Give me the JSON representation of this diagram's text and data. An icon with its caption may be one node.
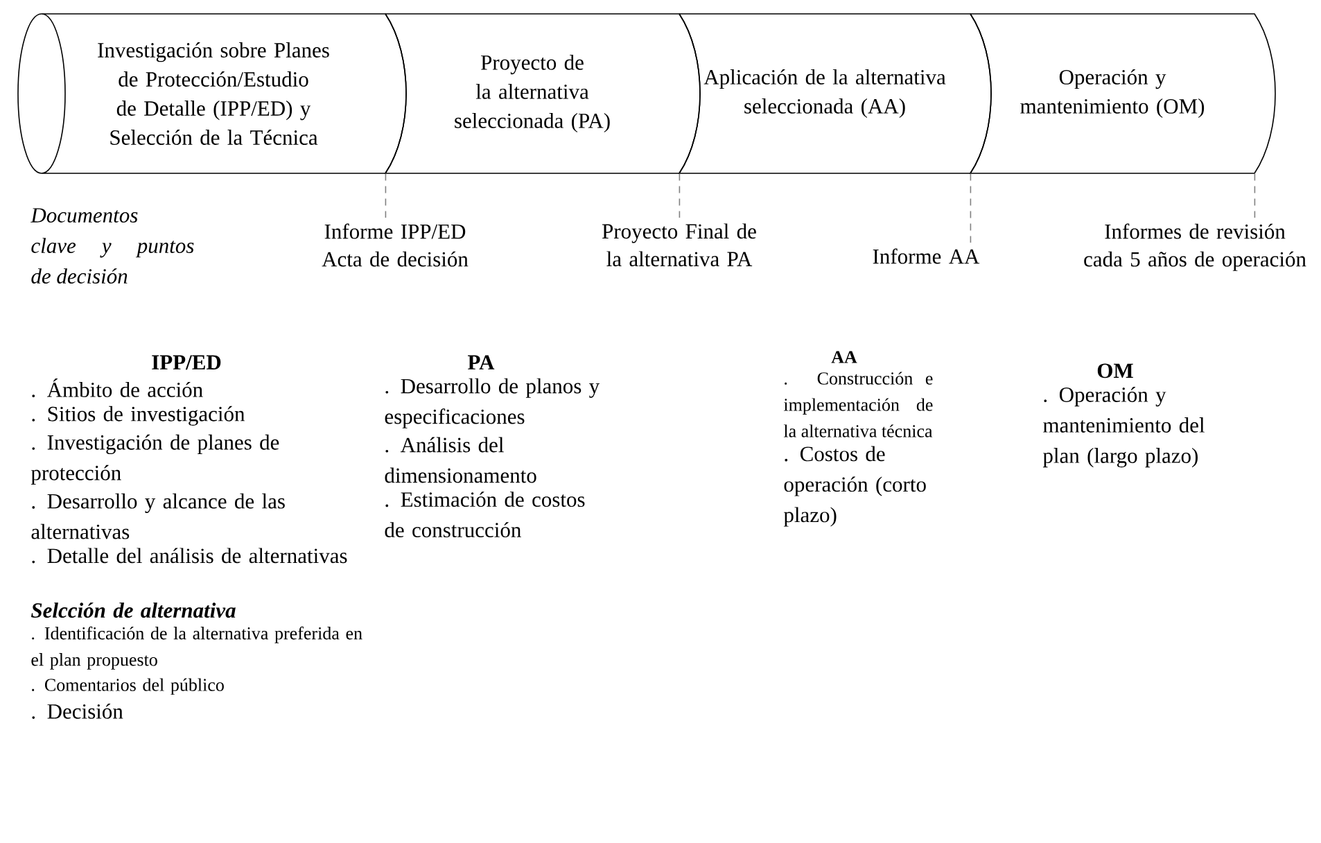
{
  "diagram": {
    "nodes": [
      {
        "text": [
          "Investigación sobre Planes de Protección/Estudio de Detalle (IPP/ED) y Selección de la Técnica"
        ]
      },
      {
        "text": [
          "Proyecto de la alternativa seleccionada (PA)"
        ]
      },
      {
        "text": [
          "Aplicación de la alternativa seleccionada (AA)"
        ]
      },
      {
        "text": [
          "Operación y mantenimiento (OM)"
        ]
      },
      {
        "text": [
          "Informe IPP/ED Acta de decisión"
        ]
      },
      {
        "text": [
          "Proyecto Final de la alternativa PA"
        ]
      },
      {
        "text": [
          "Informe AA"
        ]
      },
      {
        "text": [
          "Informes de revisión cada 5 años de operación"
        ]
      }
    ],
    "edges": [
      {
        "from": 0,
        "to": 4,
        "arrow": "none",
        "style": "dashed"
      },
      {
        "from": 1,
        "to": 5,
        "arrow": "none",
        "style": "dashed"
      },
      {
        "from": 2,
        "to": 6,
        "arrow": "none",
        "style": "dashed"
      },
      {
        "from": 3,
        "to": 7,
        "arrow": "none",
        "style": "dashed"
      }
    ],
    "labels": [
      "Documentos clave y puntos de decisión",
      "IPP/ED",
      ". Ámbito de acción",
      ". Sitios de investigación",
      ". Investigación de planes de protección",
      ". Desarrollo y alcance de las alternativas",
      ". Detalle del análisis de alternativas",
      "Selcción de alternativa",
      ". Identificación de la alternativa preferida en el  plan propuesto",
      ". Comentarios del público",
      ". Decisión",
      "PA",
      ". Desarrollo de planos y especificaciones",
      ". Análisis del dimensionamento",
      ". Estimación de costos de construcción",
      "AA",
      ". Construcción e implementación de la alternativa técnica",
      ". Costos de operación (corto plazo)",
      "OM",
      ". Operación y mantenimiento del plan (largo plazo)"
    ]
  }
}
